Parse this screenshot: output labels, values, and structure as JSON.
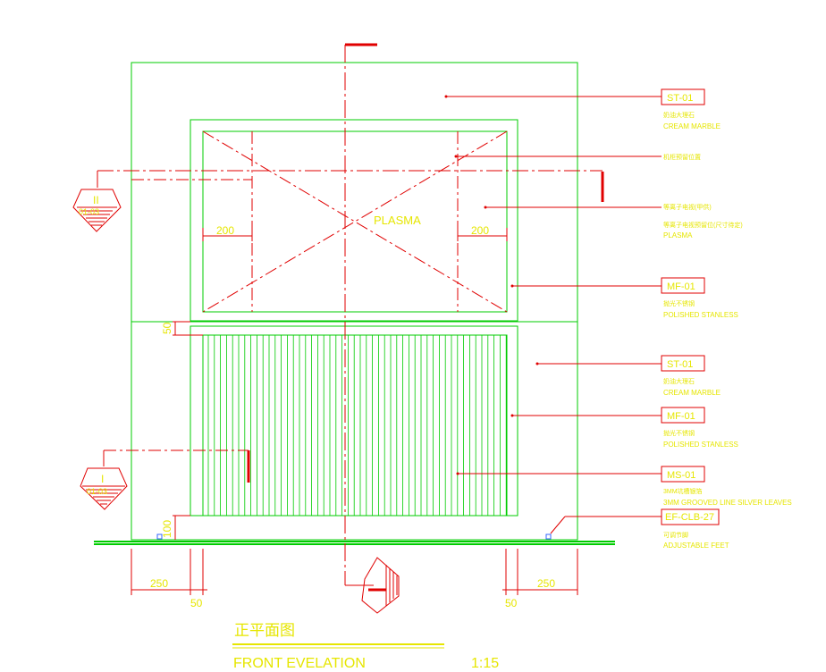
{
  "drawing": {
    "center_label": "PLASMA",
    "title_cn": "正平面图",
    "title_en": "FRONT EVELATION",
    "scale": "1:15"
  },
  "dimensions": {
    "screen_left": "200",
    "screen_right": "200",
    "gap_50": "50",
    "base_100": "100",
    "left_250": "250",
    "left_50": "50",
    "right_50": "50",
    "right_250": "250"
  },
  "callouts": [
    {
      "tag": "ST-01",
      "cn": "奶油大理石",
      "en": "CREAM MARBLE"
    },
    {
      "tag": "",
      "cn": "机柜预留位置",
      "en": ""
    },
    {
      "tag": "",
      "cn": "等离子电视(甲供)",
      "en": "等离子电视预留位(尺寸待定)"
    },
    {
      "tag": "",
      "cn": "",
      "en": "PLASMA"
    },
    {
      "tag": "MF-01",
      "cn": "抛光不锈钢",
      "en": "POLISHED STANLESS"
    },
    {
      "tag": "ST-01",
      "cn": "奶油大理石",
      "en": "CREAM MARBLE"
    },
    {
      "tag": "MF-01",
      "cn": "抛光不锈钢",
      "en": "POLISHED STANLESS"
    },
    {
      "tag": "MS-01",
      "cn": "3MM坑槽银箔",
      "en": "3MM GROOVED LINE SILVER LEAVES"
    },
    {
      "tag": "EF-CLB-27",
      "cn": "可调节脚",
      "en": "ADJUSTABLE FEET"
    }
  ],
  "section_markers": [
    {
      "top": "II",
      "bottom": "01-03"
    },
    {
      "top": "I",
      "bottom": "01-03"
    }
  ],
  "colors": {
    "outline": "#00cc00",
    "annotation": "#e00000",
    "text": "#e6e600"
  }
}
